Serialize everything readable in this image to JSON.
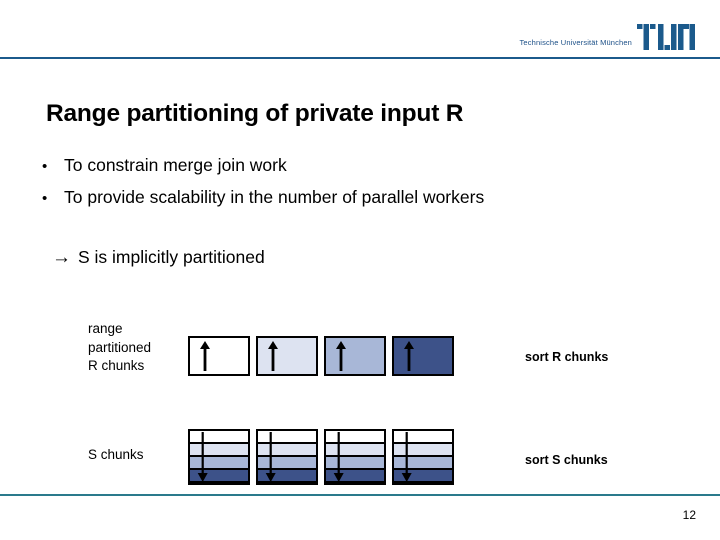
{
  "header": {
    "university": "Technische Universität München",
    "logo_name": "tum-logo",
    "rule_color": "#1b5a8c"
  },
  "title": "Range partitioning of private input R",
  "bullets": [
    {
      "marker": "•",
      "text": "To constrain merge join work"
    },
    {
      "marker": "•",
      "text": "To provide scalability in the number of parallel workers"
    }
  ],
  "statement": {
    "arrow": "→",
    "text": "S is implicitly partitioned"
  },
  "diagram": {
    "r_row": {
      "label_lines": [
        "range",
        "partitioned",
        "R chunks"
      ],
      "side_label": "sort R chunks",
      "chunks": [
        {
          "fill": "#ffffff",
          "arrow": "up-arrow-icon"
        },
        {
          "fill": "#dde3f1",
          "arrow": "up-arrow-icon"
        },
        {
          "fill": "#a8b7d7",
          "arrow": "up-arrow-icon"
        },
        {
          "fill": "#3d5289",
          "arrow": "up-arrow-icon"
        }
      ]
    },
    "s_row": {
      "label": "S chunks",
      "side_label": "sort S chunks",
      "band_fills": [
        "#ffffff",
        "#dde3f1",
        "#a8b7d7",
        "#3d5289"
      ],
      "chunks": [
        {
          "arrow": "down-arrow-icon"
        },
        {
          "arrow": "down-arrow-icon"
        },
        {
          "arrow": "down-arrow-icon"
        },
        {
          "arrow": "down-arrow-icon"
        }
      ]
    }
  },
  "footer": {
    "page_number": "12",
    "rule_color": "#2a7a8c"
  }
}
